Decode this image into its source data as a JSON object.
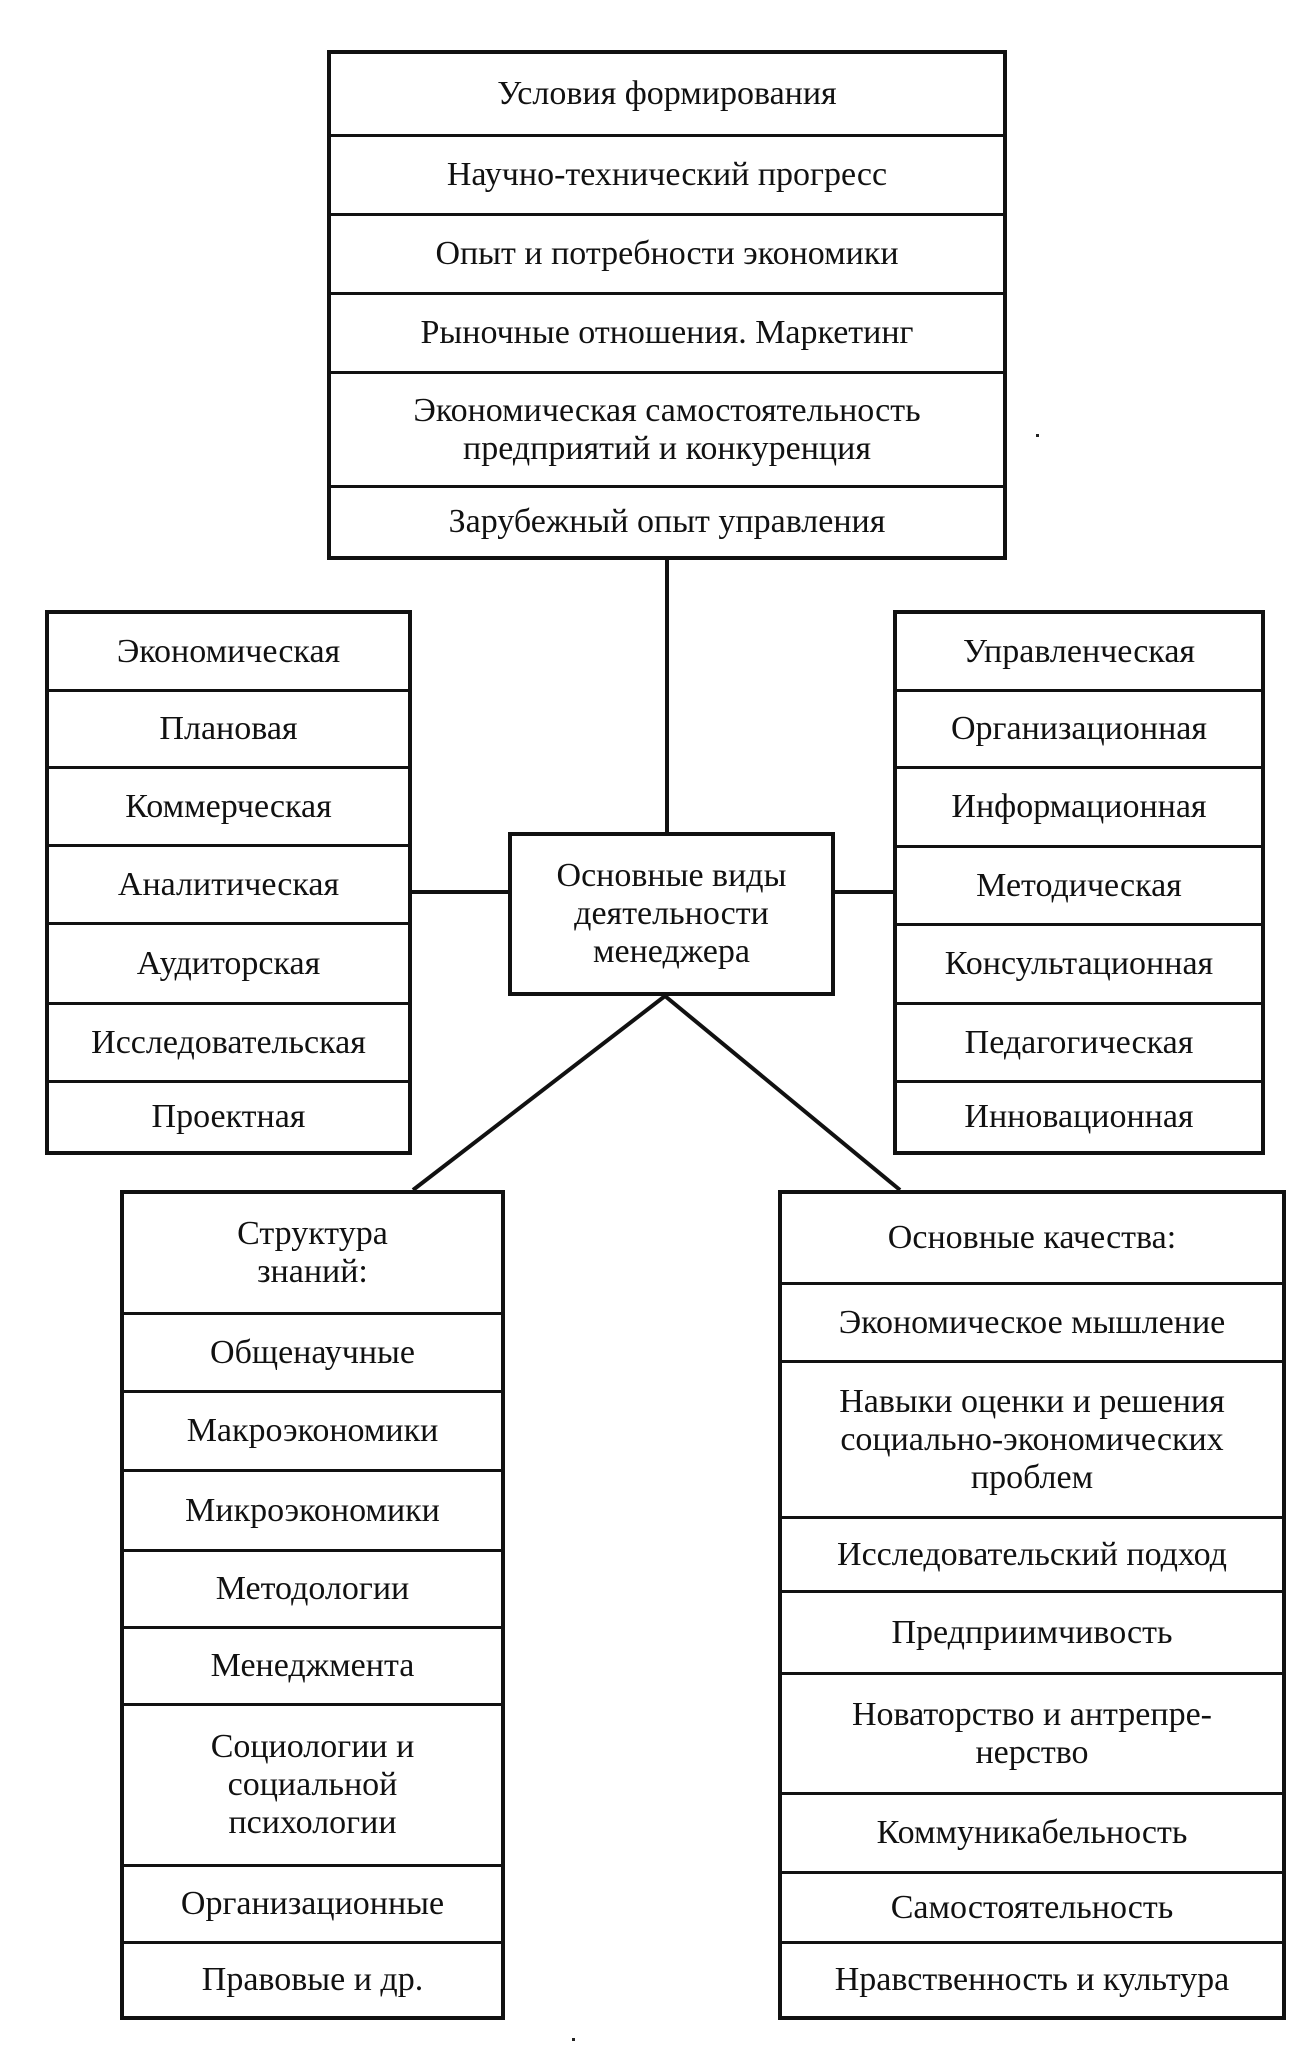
{
  "center": {
    "label": "Основные виды\nдеятельности\nменеджера"
  },
  "top_box": {
    "items": [
      "Условия формирования",
      "Научно-технический прогресс",
      "Опыт и потребности экономики",
      "Рыночные отношения. Маркетинг",
      "Экономическая самостоятельность\nпредприятий и конкуренция",
      "Зарубежный опыт управления"
    ]
  },
  "left_box": {
    "items": [
      "Экономическая",
      "Плановая",
      "Коммерческая",
      "Аналитическая",
      "Аудиторская",
      "Исследовательская",
      "Проектная"
    ]
  },
  "right_box": {
    "items": [
      "Управленческая",
      "Организационная",
      "Информационная",
      "Методическая",
      "Консультационная",
      "Педагогическая",
      "Инновационная"
    ]
  },
  "bottom_left_box": {
    "items": [
      "Структура\nзнаний:",
      "Общенаучные",
      "Макроэкономики",
      "Микроэкономики",
      "Методологии",
      "Менеджмента",
      "Социологии и\nсоциальной\nпсихологии",
      "Организационные",
      "Правовые и др."
    ]
  },
  "bottom_right_box": {
    "items": [
      "Основные качества:",
      "Экономическое мышление",
      "Навыки оценки и решения\nсоциально-экономических\nпроблем",
      "Исследовательский подход",
      "Предприимчивость",
      "Новаторство и антрепре-\nнерство",
      "Коммуникабельность",
      "Самостоятельность",
      "Нравственность и культура"
    ]
  }
}
